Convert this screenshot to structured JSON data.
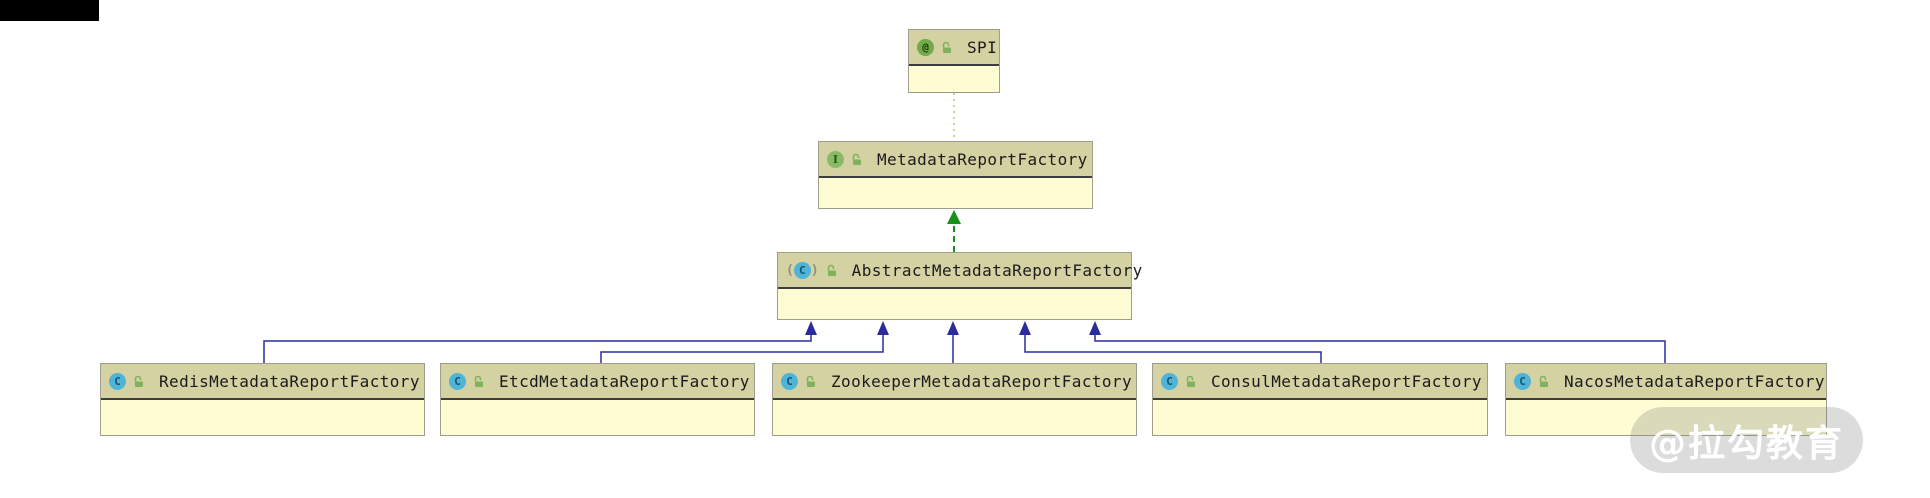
{
  "diagram": {
    "tool": "uml-class-hierarchy",
    "nodes": [
      {
        "id": "spi",
        "label": "SPI",
        "kind": "annotation",
        "visibility": "public"
      },
      {
        "id": "metadata_report_factory",
        "label": "MetadataReportFactory",
        "kind": "interface",
        "visibility": "public"
      },
      {
        "id": "abstract_metadata_report_factory",
        "label": "AbstractMetadataReportFactory",
        "kind": "abstract-class",
        "visibility": "public"
      },
      {
        "id": "redis_metadata_report_factory",
        "label": "RedisMetadataReportFactory",
        "kind": "class",
        "visibility": "public"
      },
      {
        "id": "etcd_metadata_report_factory",
        "label": "EtcdMetadataReportFactory",
        "kind": "class",
        "visibility": "public"
      },
      {
        "id": "zookeeper_metadata_report_factory",
        "label": "ZookeeperMetadataReportFactory",
        "kind": "class",
        "visibility": "public"
      },
      {
        "id": "consul_metadata_report_factory",
        "label": "ConsulMetadataReportFactory",
        "kind": "class",
        "visibility": "public"
      },
      {
        "id": "nacos_metadata_report_factory",
        "label": "NacosMetadataReportFactory",
        "kind": "class",
        "visibility": "public"
      }
    ],
    "edges": [
      {
        "from": "metadata_report_factory",
        "to": "spi",
        "type": "annotation-link",
        "style": "dotted"
      },
      {
        "from": "abstract_metadata_report_factory",
        "to": "metadata_report_factory",
        "type": "realization",
        "style": "green-dashed-arrow"
      },
      {
        "from": "redis_metadata_report_factory",
        "to": "abstract_metadata_report_factory",
        "type": "inheritance",
        "style": "blue-solid-arrow"
      },
      {
        "from": "etcd_metadata_report_factory",
        "to": "abstract_metadata_report_factory",
        "type": "inheritance",
        "style": "blue-solid-arrow"
      },
      {
        "from": "zookeeper_metadata_report_factory",
        "to": "abstract_metadata_report_factory",
        "type": "inheritance",
        "style": "blue-solid-arrow"
      },
      {
        "from": "consul_metadata_report_factory",
        "to": "abstract_metadata_report_factory",
        "type": "inheritance",
        "style": "blue-solid-arrow"
      },
      {
        "from": "nacos_metadata_report_factory",
        "to": "abstract_metadata_report_factory",
        "type": "inheritance",
        "style": "blue-solid-arrow"
      }
    ],
    "colors": {
      "header_background": "#d4d1a2",
      "body_background": "#fdfcd2",
      "node_border": "#9f9d8b",
      "inheritance_blue": "#2b2ba0",
      "realization_green": "#179117",
      "annotation_dotted": "#c9c37a",
      "annotation_badge": "#72ab49",
      "interface_badge": "#89ba67",
      "class_badge": "#4fb4d8"
    }
  },
  "icons": {
    "annotation_glyph": "@",
    "interface_glyph": "I",
    "class_glyph": "C",
    "abstract_paren_left": "(",
    "abstract_paren_right": ")"
  },
  "watermark": {
    "text": "@拉勾教育"
  }
}
